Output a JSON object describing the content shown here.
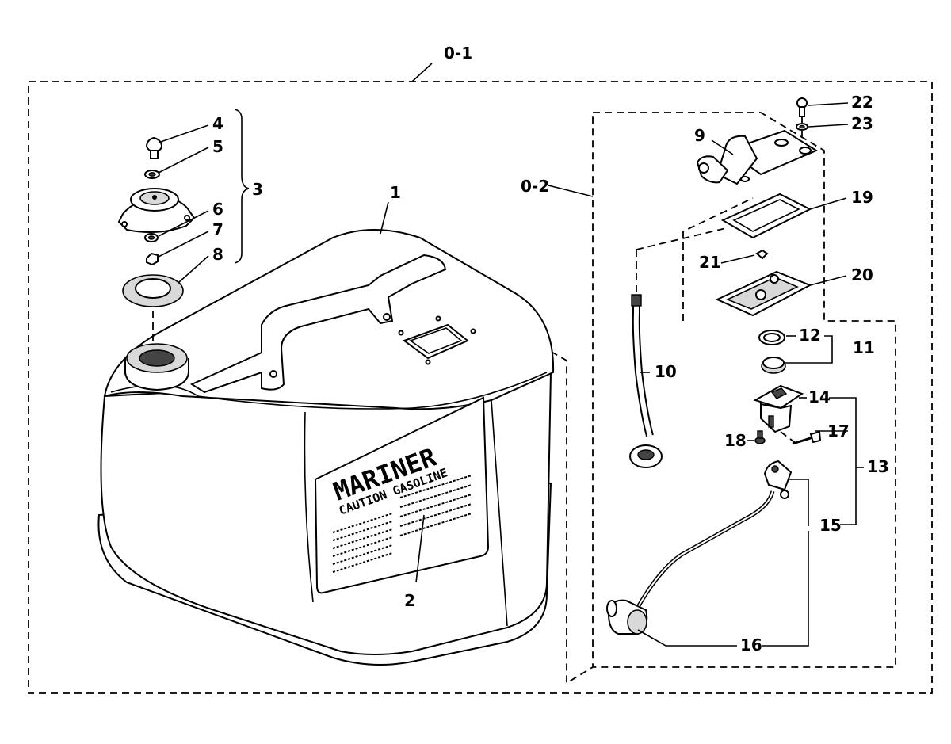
{
  "diagram": {
    "callouts": {
      "c0_1": "0-1",
      "c0_2": "0-2",
      "c1": "1",
      "c2": "2",
      "c3": "3",
      "c4": "4",
      "c5": "5",
      "c6": "6",
      "c7": "7",
      "c8": "8",
      "c9": "9",
      "c10": "10",
      "c11": "11",
      "c12": "12",
      "c13": "13",
      "c14": "14",
      "c15": "15",
      "c16": "16",
      "c17": "17",
      "c18": "18",
      "c19": "19",
      "c20": "20",
      "c21": "21",
      "c22": "22",
      "c23": "23"
    },
    "plate": {
      "brand": "MARINER",
      "caution": "CAUTION GASOLINE"
    }
  }
}
